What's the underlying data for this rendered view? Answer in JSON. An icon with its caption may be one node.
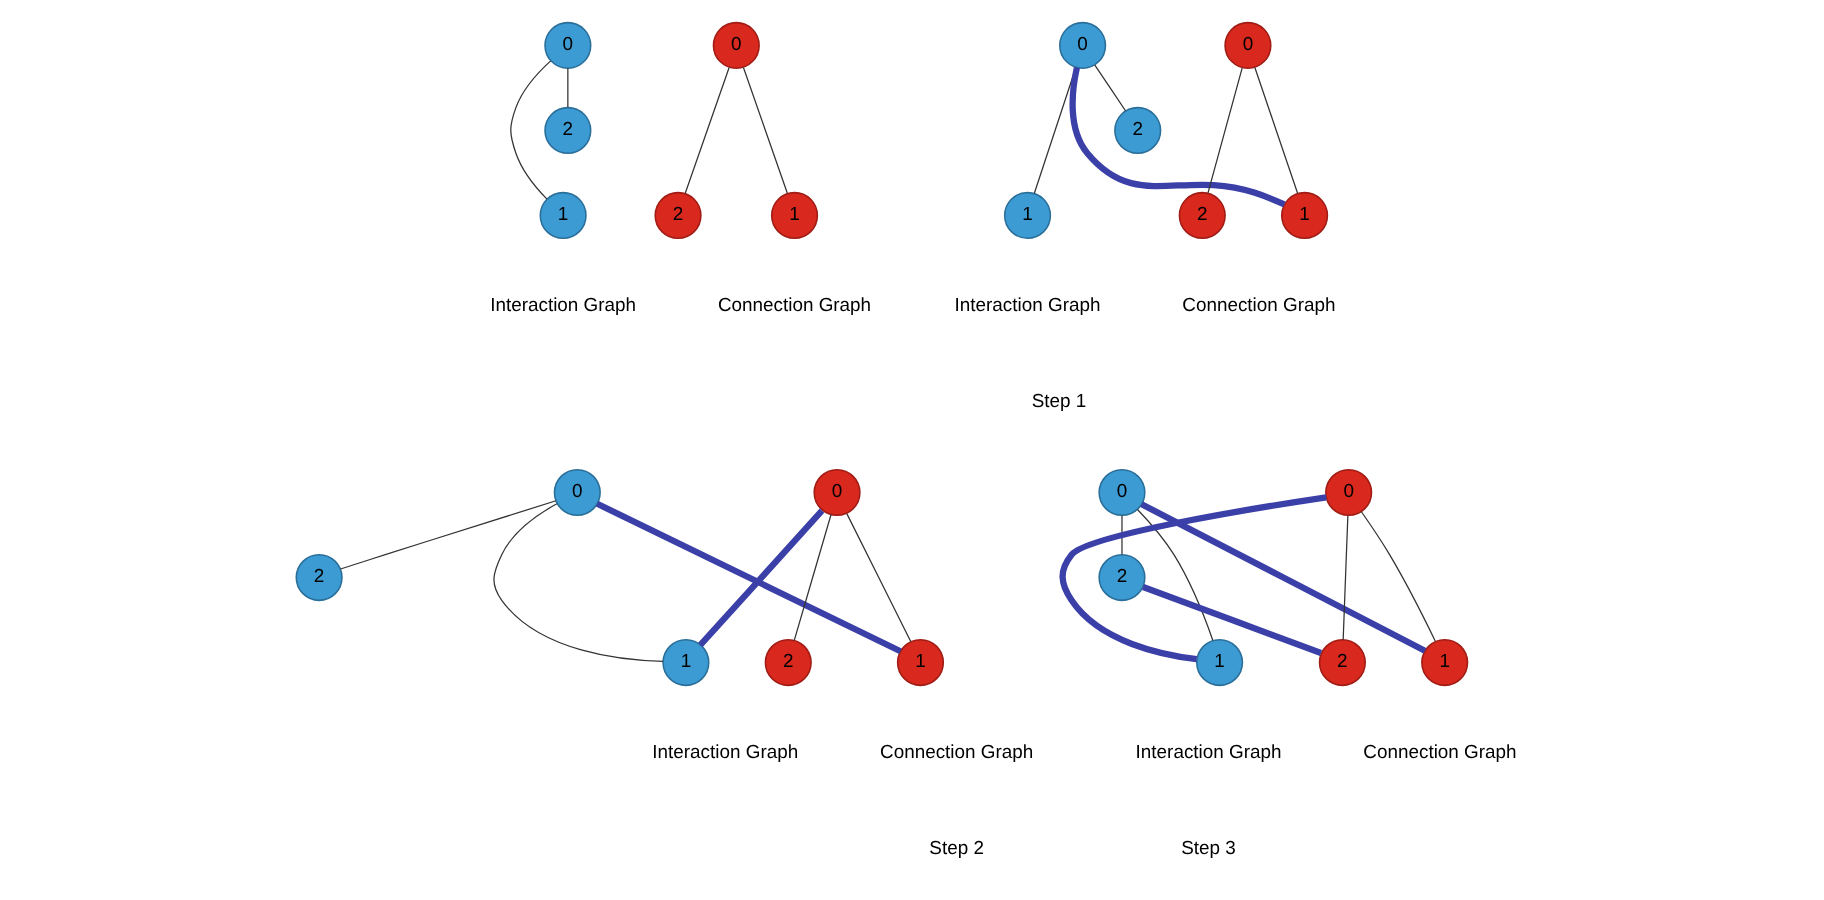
{
  "diagram": {
    "nodes": [
      {
        "text": [
          "0"
        ]
      },
      {
        "text": [
          "2"
        ]
      },
      {
        "text": [
          "1"
        ]
      },
      {
        "text": [
          "0"
        ]
      },
      {
        "text": [
          "2"
        ]
      },
      {
        "text": [
          "1"
        ]
      },
      {
        "text": [
          "0"
        ]
      },
      {
        "text": [
          "2"
        ]
      },
      {
        "text": [
          "1"
        ]
      },
      {
        "text": [
          "0"
        ]
      },
      {
        "text": [
          "2"
        ]
      },
      {
        "text": [
          "1"
        ]
      },
      {
        "text": [
          "0"
        ]
      },
      {
        "text": [
          "2"
        ]
      },
      {
        "text": [
          "1"
        ]
      },
      {
        "text": [
          "0"
        ]
      },
      {
        "text": [
          "2"
        ]
      },
      {
        "text": [
          "1"
        ]
      },
      {
        "text": [
          "0"
        ]
      },
      {
        "text": [
          "2"
        ]
      },
      {
        "text": [
          "1"
        ]
      },
      {
        "text": [
          "0"
        ]
      },
      {
        "text": [
          "2"
        ]
      },
      {
        "text": [
          "1"
        ]
      }
    ],
    "edges": [
      {
        "from": 0,
        "to": 2,
        "arrow": "none"
      },
      {
        "from": 0,
        "to": 1,
        "arrow": "none"
      },
      {
        "from": 3,
        "to": 4,
        "arrow": "none"
      },
      {
        "from": 3,
        "to": 5,
        "arrow": "none"
      },
      {
        "from": 6,
        "to": 8,
        "arrow": "none"
      },
      {
        "from": 6,
        "to": 7,
        "arrow": "none"
      },
      {
        "from": 9,
        "to": 10,
        "arrow": "none"
      },
      {
        "from": 9,
        "to": 11,
        "arrow": "none"
      },
      {
        "from": 6,
        "to": 11,
        "arrow": "none",
        "style": "thick",
        "color": "#3b3fa8"
      },
      {
        "from": 12,
        "to": 14,
        "arrow": "none"
      },
      {
        "from": 12,
        "to": 13,
        "arrow": "none"
      },
      {
        "from": 15,
        "to": 16,
        "arrow": "none"
      },
      {
        "from": 15,
        "to": 17,
        "arrow": "none"
      },
      {
        "from": 12,
        "to": 17,
        "arrow": "none",
        "style": "thick",
        "color": "#3b3fa8"
      },
      {
        "from": 14,
        "to": 15,
        "arrow": "none",
        "style": "thick",
        "color": "#3b3fa8"
      },
      {
        "from": 18,
        "to": 20,
        "arrow": "none"
      },
      {
        "from": 18,
        "to": 19,
        "arrow": "none"
      },
      {
        "from": 21,
        "to": 22,
        "arrow": "none"
      },
      {
        "from": 21,
        "to": 23,
        "arrow": "none"
      },
      {
        "from": 18,
        "to": 23,
        "arrow": "none",
        "style": "thick",
        "color": "#3b3fa8"
      },
      {
        "from": 20,
        "to": 21,
        "arrow": "none",
        "style": "thick",
        "color": "#3b3fa8"
      },
      {
        "from": 19,
        "to": 22,
        "arrow": "none",
        "style": "thick",
        "color": "#3b3fa8"
      }
    ],
    "labels": [
      "Interaction Graph",
      "Connection Graph",
      "Interaction Graph",
      "Connection Graph",
      "Step 1",
      "Interaction Graph",
      "Connection Graph",
      "Interaction Graph",
      "Connection Graph",
      "Step 2",
      "Step 3"
    ]
  }
}
